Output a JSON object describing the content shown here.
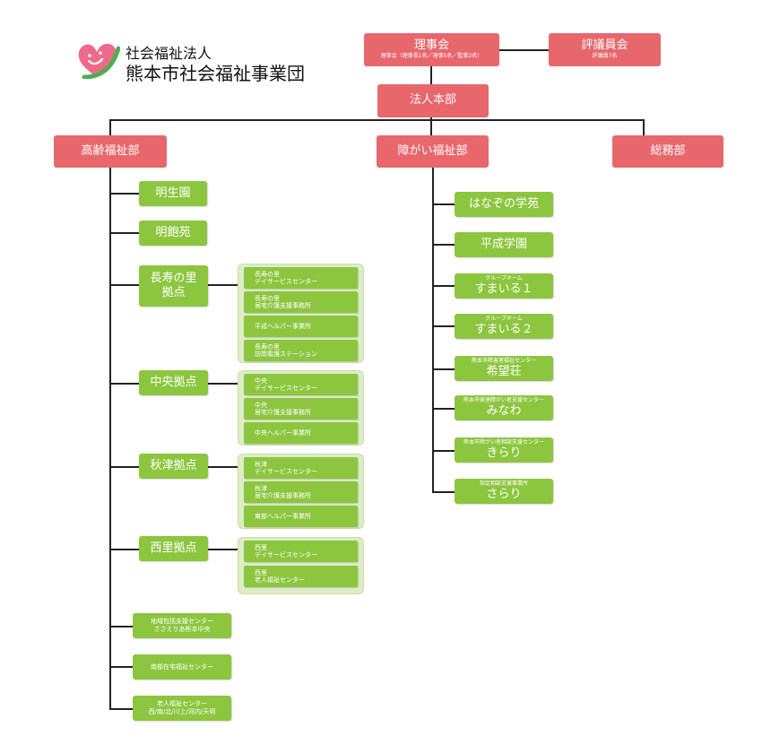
{
  "logo": {
    "line1": "社会福祉法人",
    "line2": "熊本市社会福祉事業団"
  },
  "top": {
    "board": {
      "title": "理事会",
      "detail": "理事会（理事長1名／理事5名／監事2名）"
    },
    "council": {
      "title": "評議員会",
      "detail": "評議員7名"
    },
    "hq": "法人本部"
  },
  "departments": {
    "elderly": "高齢福祉部",
    "disability": "障がい福祉部",
    "general": "総務部"
  },
  "elderly": {
    "meiseien": "明生園",
    "meihoen": "明飽苑",
    "nagasu": {
      "label_line1": "長寿の里",
      "label_line2": "拠点",
      "services": [
        {
          "top": "長寿の里",
          "bottom": "デイサービスセンター"
        },
        {
          "top": "長寿の里",
          "bottom": "居宅介護支援事務所"
        },
        {
          "top": "",
          "bottom": "平成ヘルパー事業所"
        },
        {
          "top": "長寿の里",
          "bottom": "訪問看護ステーション"
        }
      ]
    },
    "chuo": {
      "label": "中央拠点",
      "services": [
        {
          "top": "中央",
          "bottom": "デイサービスセンター"
        },
        {
          "top": "中央",
          "bottom": "居宅介護支援事務所"
        },
        {
          "top": "",
          "bottom": "中央ヘルパー事業所"
        }
      ]
    },
    "akitsu": {
      "label": "秋津拠点",
      "services": [
        {
          "top": "秋津",
          "bottom": "デイサービスセンター"
        },
        {
          "top": "秋津",
          "bottom": "居宅介護支援事務所"
        },
        {
          "top": "",
          "bottom": "東部ヘルパー事業所"
        }
      ]
    },
    "nishizato": {
      "label": "西里拠点",
      "services": [
        {
          "top": "西里",
          "bottom": "デイサービスセンター"
        },
        {
          "top": "西里",
          "bottom": "老人福祉センター"
        }
      ]
    },
    "chiiki": {
      "line1": "地域包括支援センター",
      "line2": "ささえりあ熊本中央"
    },
    "nanbu": "南部在宅福祉センター",
    "rojin": {
      "line1": "老人福祉センター",
      "line2": "西/南/北/川上/河内/天明"
    }
  },
  "disability": {
    "items": [
      {
        "top": "",
        "main": "はなぞの学苑"
      },
      {
        "top": "",
        "main": "平成学園"
      },
      {
        "top": "グループホーム",
        "main": "すまいる１"
      },
      {
        "top": "グループホーム",
        "main": "すまいる２"
      },
      {
        "top": "熊本市障害者福祉センター",
        "main": "希望荘"
      },
      {
        "top": "熊本市発達障がい者支援センター",
        "main": "みなわ"
      },
      {
        "top": "熊本市障がい者相談支援センター",
        "main": "きらり"
      },
      {
        "top": "指定相談支援事業所",
        "main": "さらり"
      }
    ]
  },
  "colors": {
    "executive_red": "#e8676d",
    "facility_green": "#8cc63f",
    "panel_bg": "#dcedc8",
    "connector": "#222222",
    "logo_pink": "#ef6a8a",
    "logo_green": "#4caf50"
  },
  "icons": {
    "logo": "heart-face-logo-icon"
  }
}
